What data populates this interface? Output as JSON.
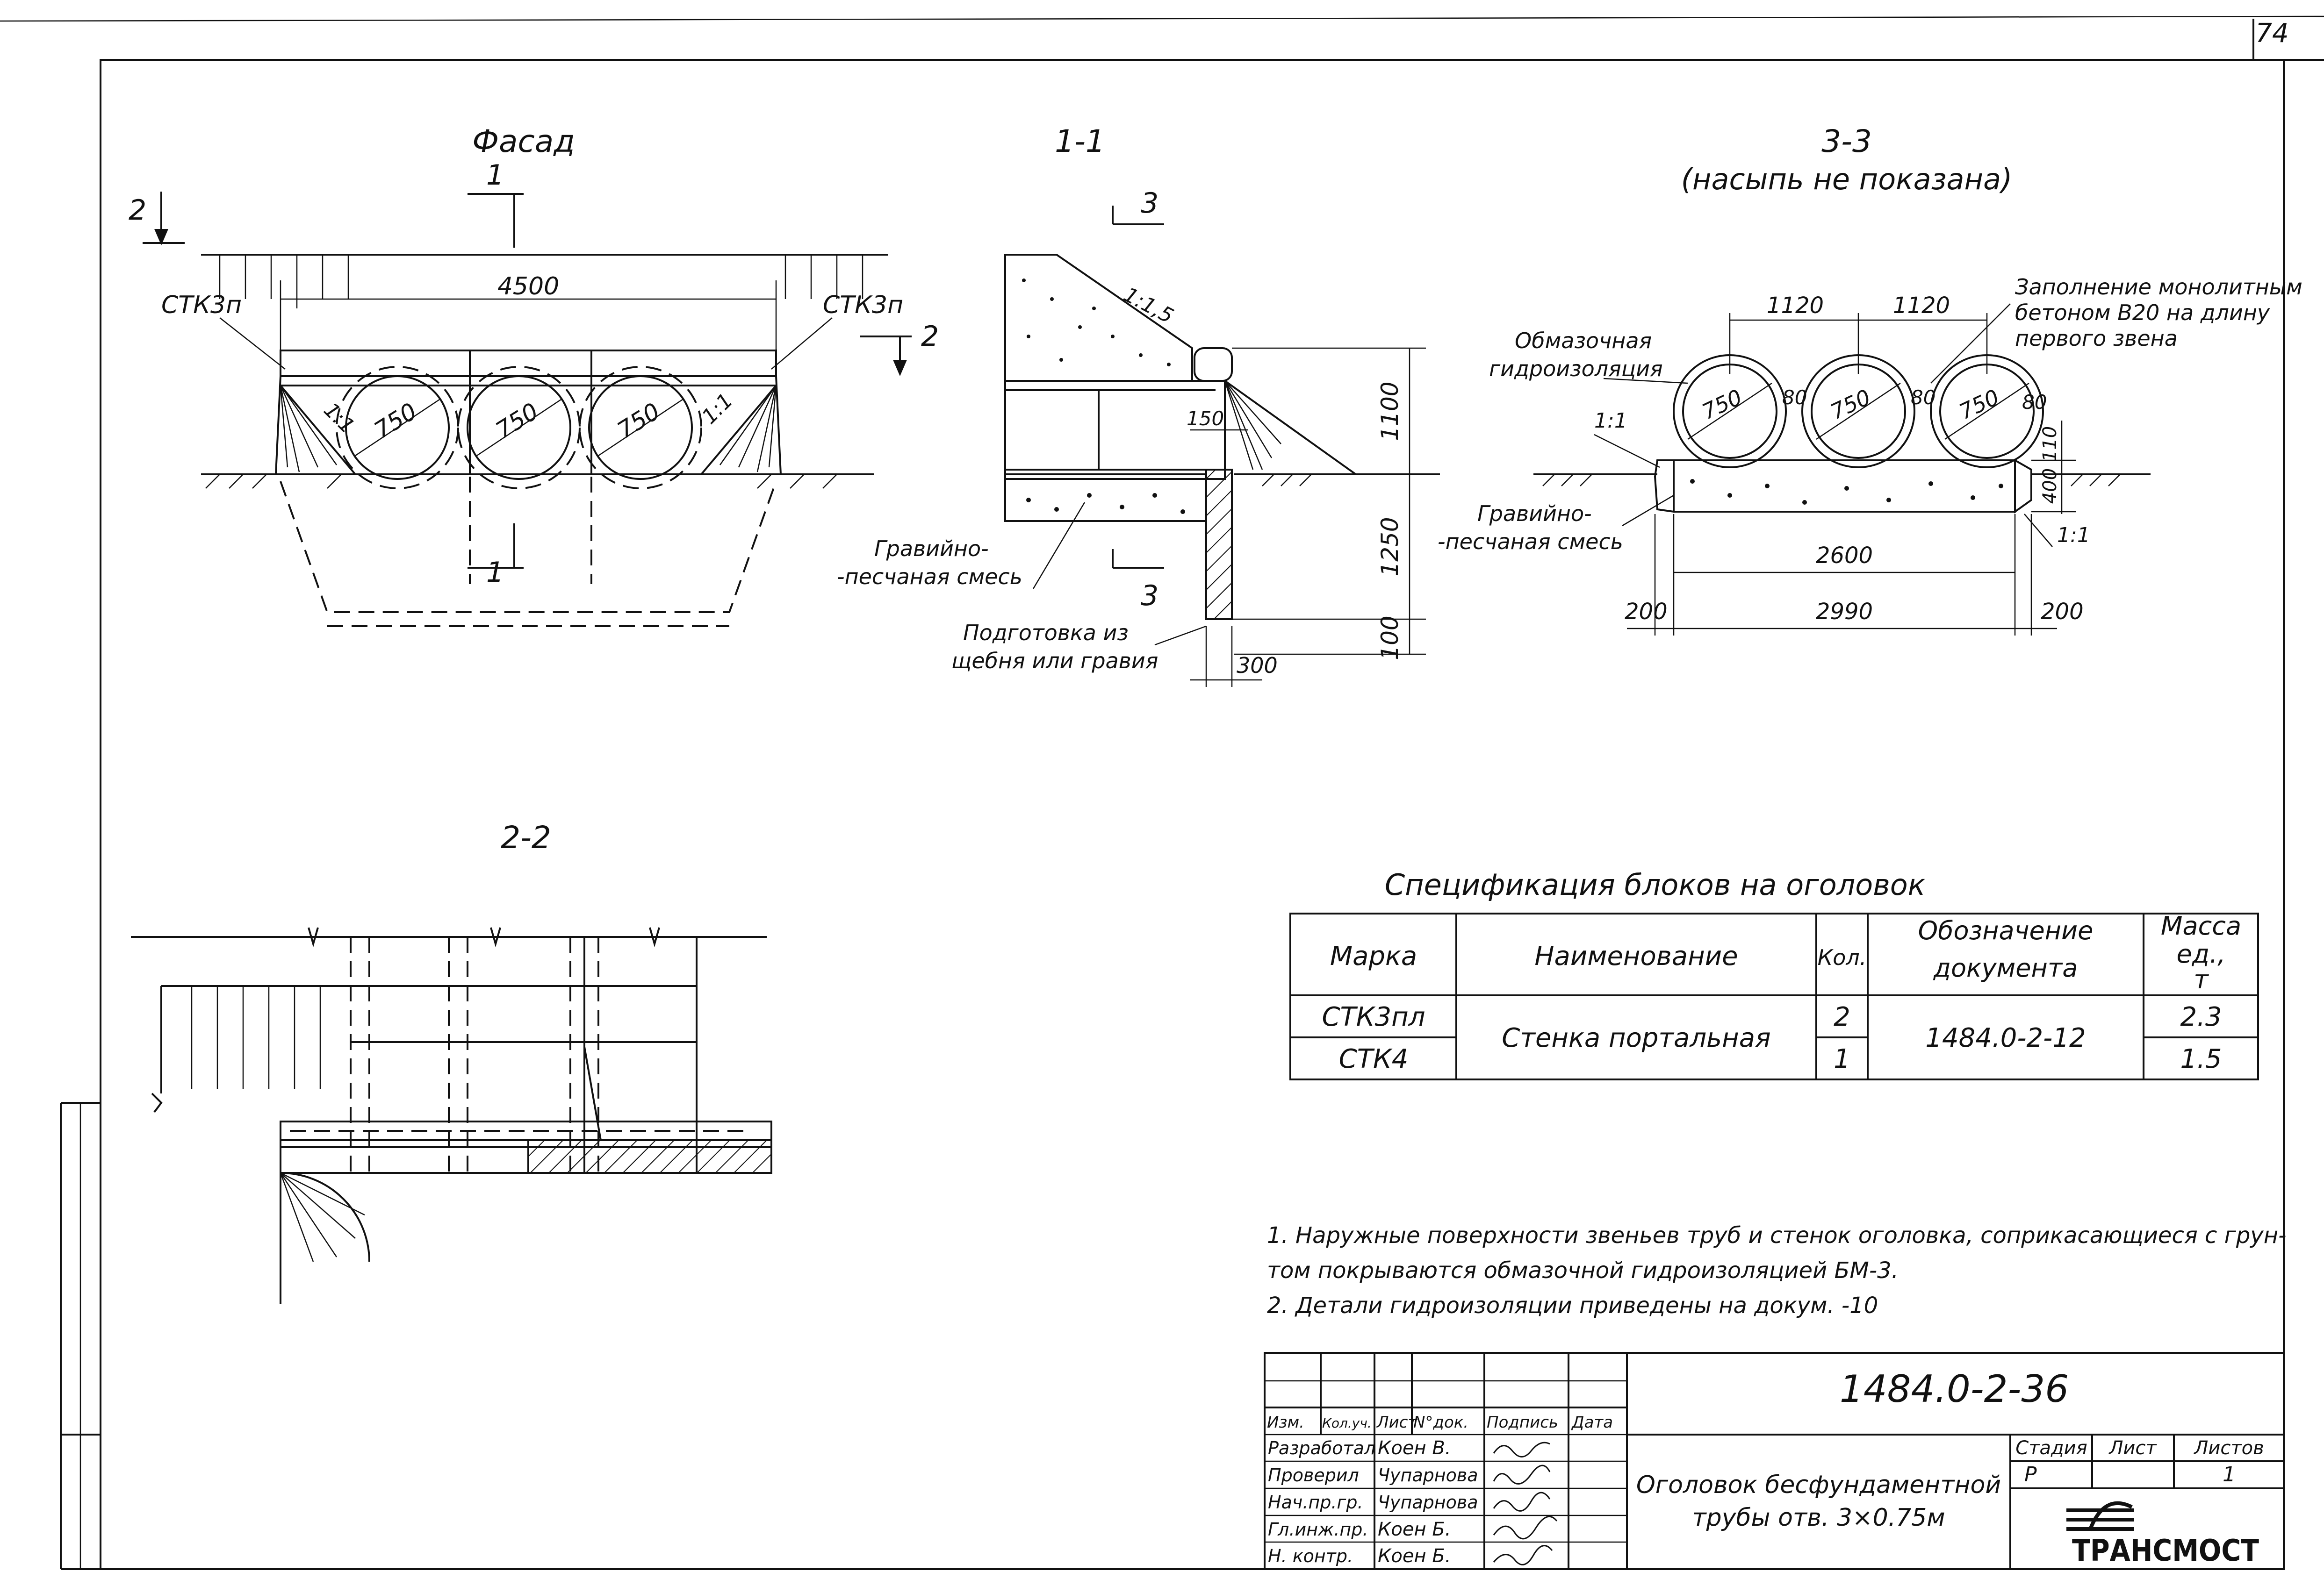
{
  "page_number": "74",
  "views": {
    "facade": {
      "title": "Фасад",
      "section_mark_1": "1",
      "section_mark_2": "2",
      "width_dim": "4500",
      "left_label": "СТК3п",
      "right_label": "СТК3п",
      "pipe_dim": "750",
      "slope": "1:1"
    },
    "section_1_1": {
      "title": "1-1",
      "section_mark": "3",
      "slope": "1:1,5",
      "dim_150": "150",
      "dim_1100": "1100",
      "dim_1250": "1250",
      "dim_100": "100",
      "dim_300": "300",
      "gravel_label_1": "Гравийно-",
      "gravel_label_2": "-песчаная смесь",
      "prep_label_1": "Подготовка из",
      "prep_label_2": "щебня или гравия"
    },
    "section_3_3": {
      "title": "3-3",
      "subtitle": "(насыпь не показана)",
      "dim_1120": "1120",
      "fill_note_1": "Заполнение монолитным",
      "fill_note_2": "бетоном В20 на длину",
      "fill_note_3": "первого звена",
      "coat_label_1": "Обмазочная",
      "coat_label_2": "гидроизоляция",
      "slope": "1:1",
      "pipe_dim": "750",
      "gap_dim": "80",
      "dim_110": "110",
      "dim_400": "400",
      "gravel_label_1": "Гравийно-",
      "gravel_label_2": "-песчаная смесь",
      "dim_2600": "2600",
      "dim_2990": "2990",
      "dim_200": "200"
    },
    "section_2_2": {
      "title": "2-2"
    }
  },
  "spec": {
    "title": "Спецификация блоков на оголовок",
    "headers": {
      "mark": "Марка",
      "name": "Наименование",
      "qty": "Кол.",
      "doc_1": "Обозначение",
      "doc_2": "документа",
      "mass_1": "Масса",
      "mass_2": "ед.,",
      "mass_3": "т"
    },
    "rows": [
      {
        "mark": "СТК3пл",
        "qty": "2",
        "mass": "2.3"
      },
      {
        "mark": "СТК4",
        "qty": "1",
        "mass": "1.5"
      }
    ],
    "shared_name": "Стенка портальная",
    "shared_doc": "1484.0-2-12"
  },
  "notes": [
    "1. Наружные поверхности звеньев труб и стенок оголовка, соприкасающиеся с грун-",
    "том покрываются обмазочной гидроизоляцией БМ-3.",
    "2. Детали гидроизоляции приведены на докум. -10"
  ],
  "title_block": {
    "doc_number": "1484.0-2-36",
    "headers": [
      "Изм.",
      "Кол.уч.",
      "Лист",
      "N°док.",
      "Подпись",
      "Дата"
    ],
    "roles": [
      {
        "role": "Разработал",
        "name": "Коен В."
      },
      {
        "role": "Проверил",
        "name": "Чупарнова"
      },
      {
        "role": "Нач.пр.гр.",
        "name": "Чупарнова"
      },
      {
        "role": "Гл.инж.пр.",
        "name": "Коен Б."
      },
      {
        "role": "Н. контр.",
        "name": "Коен Б."
      }
    ],
    "drawing_title_1": "Оголовок бесфундаментной",
    "drawing_title_2": "трубы отв. 3×0.75м",
    "stage_label": "Стадия",
    "sheet_label": "Лист",
    "sheets_label": "Листов",
    "stage": "Р",
    "sheets": "1",
    "company": "ТРАНСМОСТ"
  }
}
